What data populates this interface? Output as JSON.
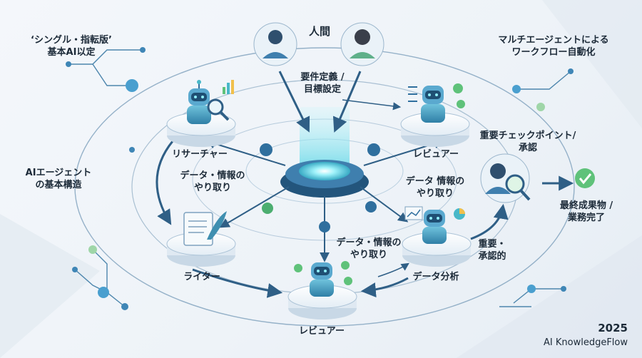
{
  "labels": {
    "single_version_l1": "‘シングル・指転版’",
    "single_version_l2": "基本AI以定",
    "human": "人間",
    "multi_agent_l1": "マルチエージェントによる",
    "multi_agent_l2": "ワークフロー自動化",
    "requirements_l1": "要件定義 /",
    "requirements_l2": "目標設定",
    "ai_agent_l1": "AIエージェント",
    "ai_agent_l2": "の基本構造",
    "researcher": "リサーチャー",
    "reviewer_top": "レビュアー",
    "data_exchange_left_l1": "データ・情報の",
    "data_exchange_left_l2": "やり取り",
    "data_exchange_right_l1": "データ 情報の",
    "data_exchange_right_l2": "やり取り",
    "checkpoint_l1": "重要チェックポイント/",
    "checkpoint_l2": "承認",
    "final_l1": "最終成果物 /",
    "final_l2": "業務完了",
    "data_exchange_bottom_l1": "データ・情報の",
    "data_exchange_bottom_l2": "やり取り",
    "important_l1": "重要・",
    "important_l2": "承認的",
    "writer": "ライター",
    "data_analysis": "データ分析",
    "reviewer_bottom": "レビュアー"
  },
  "footer": {
    "year": "2025",
    "brand": "AI KnowledgeFlow"
  },
  "colors": {
    "primary": "#2f6f9e",
    "accent_teal": "#48b8c8",
    "accent_green": "#5fc27a",
    "platform": "#eef4f9",
    "glow": "#7fe6f2"
  }
}
